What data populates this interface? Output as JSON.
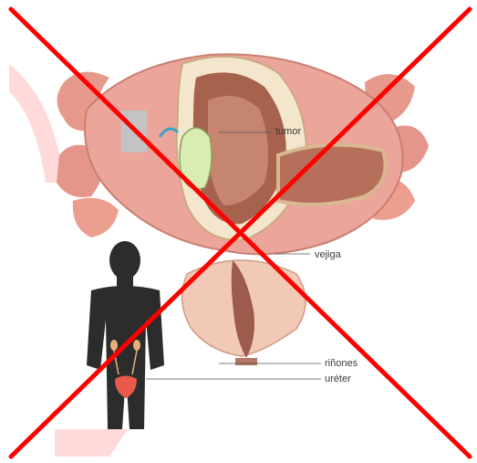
{
  "labels": {
    "tumor": "tumor",
    "vejiga": "vejiga",
    "rinones": "riñones",
    "ureter": "uréter"
  },
  "colors": {
    "cross": "#ff0000",
    "watermark": "#ffd6d6",
    "bladder_outer": "#e8a49a",
    "bladder_inner": "#b86e58",
    "tumor": "#d8ecb0",
    "prostate": "#f2c8b4",
    "silhouette": "#2b2b2b",
    "organ_highlight": "#e85a4a"
  },
  "icons": {
    "placeholder": "gray-square-placeholder",
    "prohibited": "red-x-cross"
  }
}
